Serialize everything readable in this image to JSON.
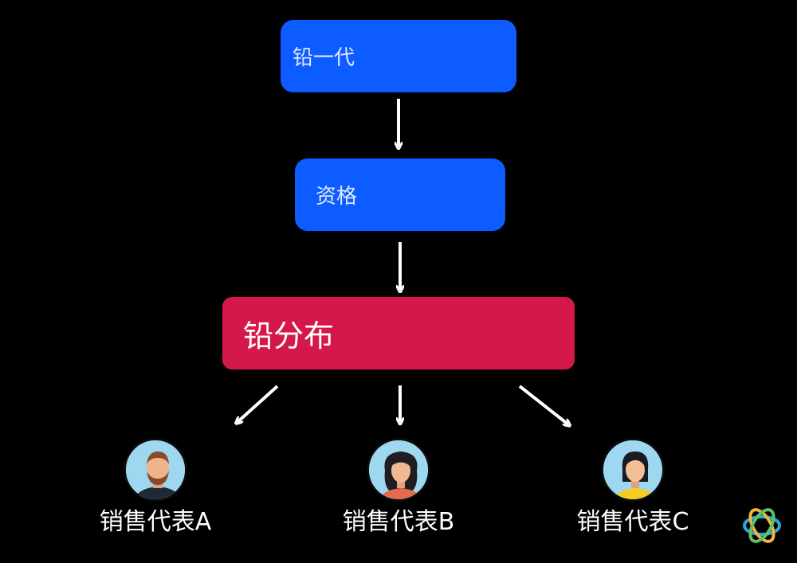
{
  "flow": {
    "step1": "铅一代",
    "step2": "资格",
    "step3": "铅分布"
  },
  "reps": [
    {
      "label": "销售代表A",
      "avatar": "man-beard-avatar-icon"
    },
    {
      "label": "销售代表B",
      "avatar": "woman-curly-hair-avatar-icon"
    },
    {
      "label": "销售代表C",
      "avatar": "woman-yellow-top-avatar-icon"
    }
  ],
  "colors": {
    "background": "#000000",
    "step_blue": "#0d5cff",
    "step_red": "#d4184a",
    "arrow": "#ffffff"
  },
  "logo": "interlocking-rings-logo-icon"
}
